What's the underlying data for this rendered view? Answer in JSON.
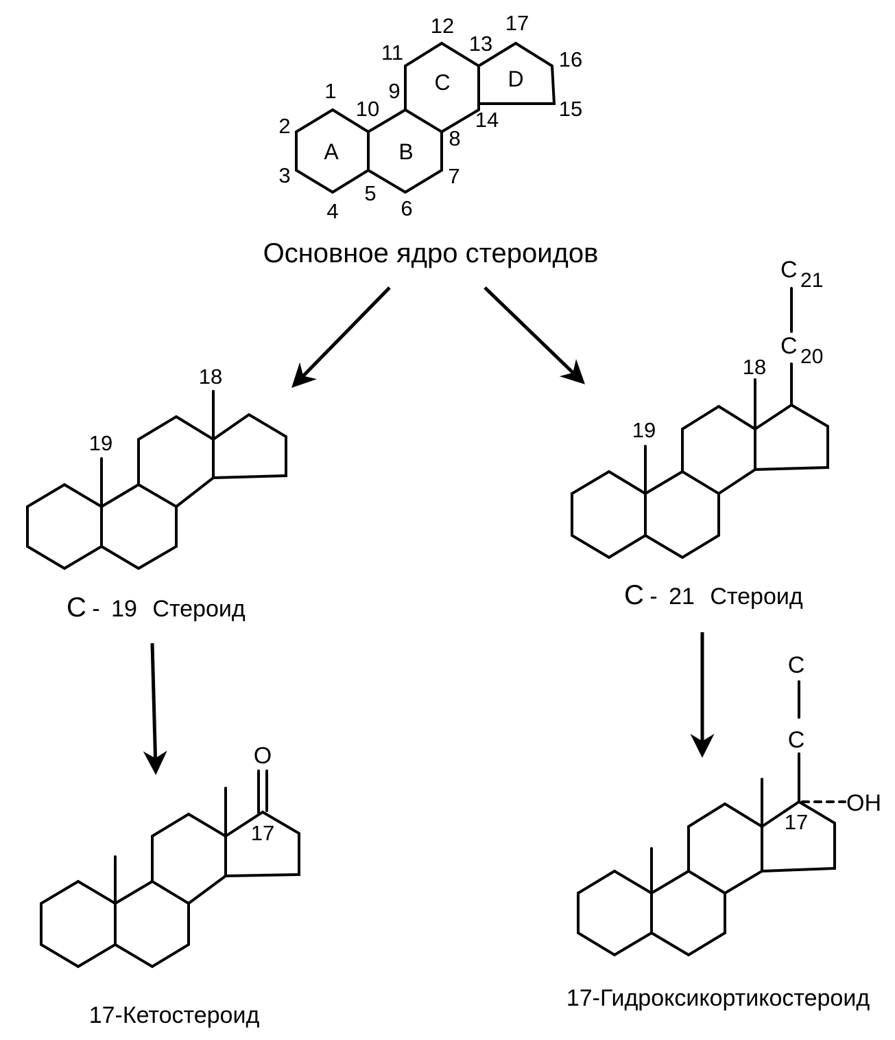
{
  "core": {
    "caption": "Основное ядро стероидов",
    "rings": [
      "A",
      "B",
      "C",
      "D"
    ],
    "atom_numbers": [
      "1",
      "2",
      "3",
      "4",
      "5",
      "6",
      "7",
      "8",
      "9",
      "10",
      "11",
      "12",
      "13",
      "14",
      "15",
      "16",
      "17"
    ]
  },
  "c19": {
    "caption_prefix": "С",
    "caption_dash": "-",
    "caption_number": "19",
    "caption_word": "Стероид",
    "label_18": "18",
    "label_19": "19"
  },
  "c21": {
    "caption_prefix": "С",
    "caption_dash": "-",
    "caption_number": "21",
    "caption_word": "Стероид",
    "label_18": "18",
    "label_19": "19",
    "c21_atom": "C",
    "c21_sub": "21",
    "c20_atom": "C",
    "c20_sub": "20"
  },
  "keto": {
    "caption": "17-Кетостероид",
    "oxygen": "O",
    "label_17": "17"
  },
  "hydroxy": {
    "caption": "17-Гидроксикортикостероид",
    "c_top": "C",
    "c_mid": "C",
    "oh": "OH",
    "label_17": "17"
  }
}
